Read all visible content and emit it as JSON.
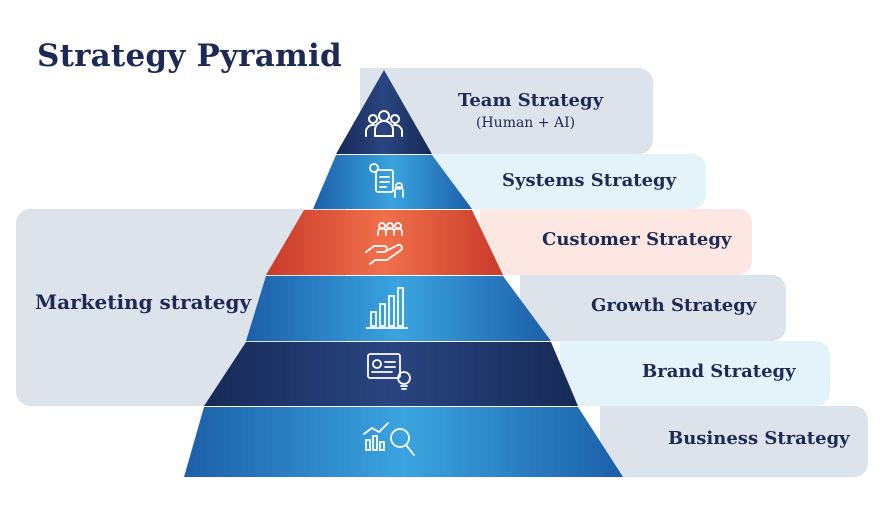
{
  "title": "Strategy Pyramid",
  "side_label": "Marketing strategy",
  "levels": [
    {
      "label": "Team Strategy",
      "sublabel": "(Human + AI)",
      "icon": "team-icon"
    },
    {
      "label": "Systems Strategy",
      "icon": "systems-document-gear-icon"
    },
    {
      "label": "Customer Strategy",
      "icon": "hand-with-people-icon"
    },
    {
      "label": "Growth Strategy",
      "icon": "bar-chart-icon"
    },
    {
      "label": "Brand Strategy",
      "icon": "presentation-lightbulb-icon"
    },
    {
      "label": "Business Strategy",
      "icon": "chart-magnifier-icon"
    }
  ],
  "colors": {
    "title": "#1c2a55",
    "navy": "#1e3466",
    "blue": "#2a7fc6",
    "red": "#e2563a",
    "band_grey": "#dde3ea",
    "band_light": "#e4f2fa",
    "band_peach": "#fce7e2"
  }
}
